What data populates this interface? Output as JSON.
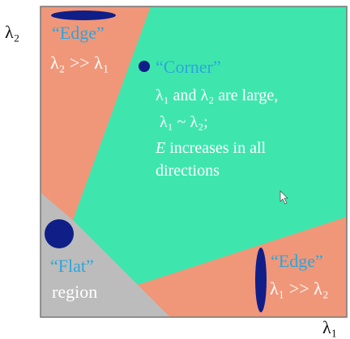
{
  "axes": {
    "y_label": "λ₂",
    "x_label": "λ₁"
  },
  "regions": {
    "edge_top": {
      "title": "“Edge”",
      "condition": "λ₂ >> λ₁"
    },
    "corner": {
      "title": "“Corner”",
      "line1": "λ₁ and λ₂ are large,",
      "line2": "λ₁ ~ λ₂;",
      "line3_italic": "E",
      "line3_rest": " increases in all",
      "line4": "directions"
    },
    "flat": {
      "title": "“Flat”",
      "line2": "region"
    },
    "edge_right": {
      "title": "“Edge”",
      "condition": "λ₁ >> λ₂"
    }
  },
  "colors": {
    "edge_fill": "#f0977a",
    "corner_fill": "#3ee6ad",
    "flat_fill": "#bcbcbc",
    "title_text": "#2aa6dc",
    "marker": "#101e88",
    "body_text": "#ffffff"
  }
}
